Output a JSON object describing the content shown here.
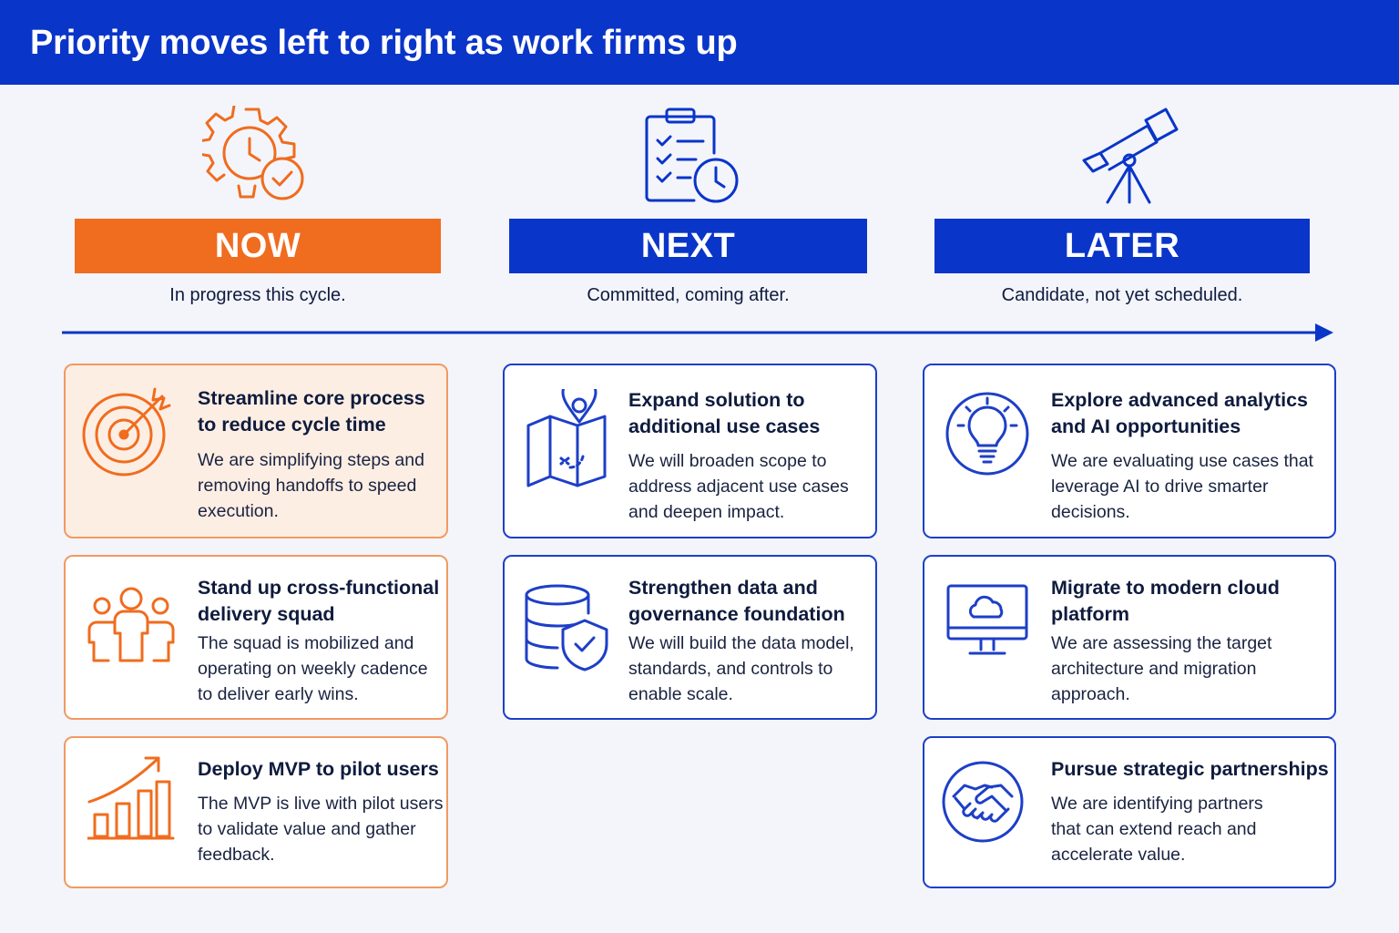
{
  "header": {
    "title": "Priority moves left to right as work firms up"
  },
  "columns": [
    {
      "label": "NOW",
      "subtitle": "In progress this cycle.",
      "icon": "gear-clock-check-icon",
      "color": "#f06c1e",
      "cards": [
        {
          "icon": "target-arrow-icon",
          "title": "Streamline core process to reduce cycle time",
          "body": "We are simplifying steps and removing handoffs to speed execution."
        },
        {
          "icon": "team-people-icon",
          "title": "Stand up cross-functional delivery squad",
          "body": "The squad is mobilized and operating on weekly cadence to deliver early wins."
        },
        {
          "icon": "growth-chart-icon",
          "title": "Deploy MVP to pilot users",
          "body": "The MVP is live with pilot users to validate value and gather feedback."
        }
      ]
    },
    {
      "label": "NEXT",
      "subtitle": "Committed, coming after.",
      "icon": "clipboard-checklist-clock-icon",
      "color": "#0a35c9",
      "cards": [
        {
          "icon": "map-pin-icon",
          "title": "Expand solution to additional use cases",
          "body": "We will broaden scope to address adjacent use cases and deepen impact."
        },
        {
          "icon": "database-shield-icon",
          "title": "Strengthen data and governance foundation",
          "body": "We will build the data model, standards, and controls to enable scale."
        }
      ]
    },
    {
      "label": "LATER",
      "subtitle": "Candidate, not yet scheduled.",
      "icon": "telescope-icon",
      "color": "#0a35c9",
      "cards": [
        {
          "icon": "lightbulb-icon",
          "title": "Explore advanced analytics and AI opportunities",
          "body": "We are evaluating use cases that leverage AI to drive smarter decisions."
        },
        {
          "icon": "cloud-monitor-icon",
          "title": "Migrate to modern cloud platform",
          "body": "We are assessing the target architecture and migration approach."
        },
        {
          "icon": "handshake-icon",
          "title": "Pursue strategic partnerships",
          "body": "We are identifying partners that can extend reach and accelerate value."
        }
      ]
    }
  ]
}
